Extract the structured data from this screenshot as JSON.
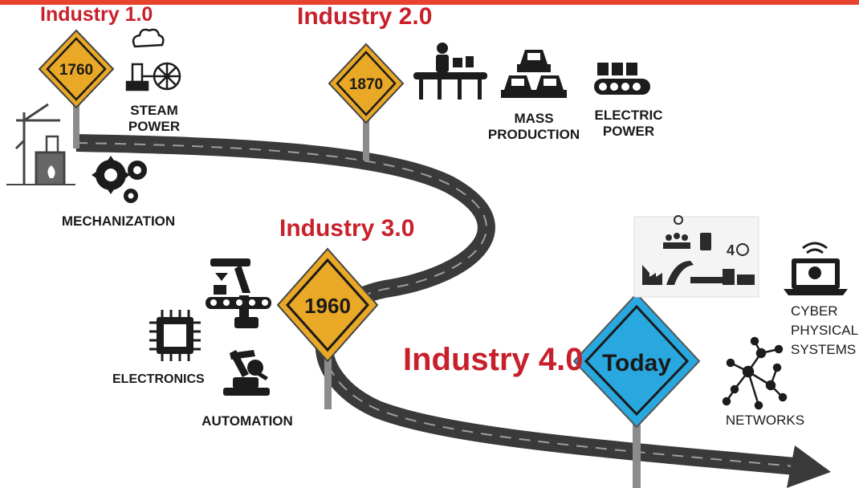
{
  "colors": {
    "accent_red": "#c8202b",
    "top_bar": "#e8432e",
    "sign_yellow": "#e9a825",
    "sign_blue": "#29a8df",
    "road": "#3a3a3a",
    "icon": "#1c1c1c"
  },
  "eras": [
    {
      "title": "Industry 1.0",
      "sign": "1760",
      "labels": [
        "STEAM POWER",
        "MECHANIZATION"
      ]
    },
    {
      "title": "Industry 2.0",
      "sign": "1870",
      "labels": [
        "MASS PRODUCTION",
        "ELECTRIC POWER"
      ]
    },
    {
      "title": "Industry 3.0",
      "sign": "1960",
      "labels": [
        "ELECTRONICS",
        "AUTOMATION"
      ]
    },
    {
      "title": "Industry 4.0",
      "sign": "Today",
      "labels": [
        "CYBER PHYSICAL SYSTEMS",
        "NETWORKS"
      ]
    }
  ],
  "icons": [
    "steam-engine-icon",
    "oil-derrick-icon",
    "gears-icon",
    "assembly-worker-icon",
    "cars-icon",
    "conveyor-icon",
    "robot-arm-icon",
    "microchip-icon",
    "welding-robot-icon",
    "smart-factory-icon",
    "laptop-wifi-icon",
    "network-icon"
  ]
}
